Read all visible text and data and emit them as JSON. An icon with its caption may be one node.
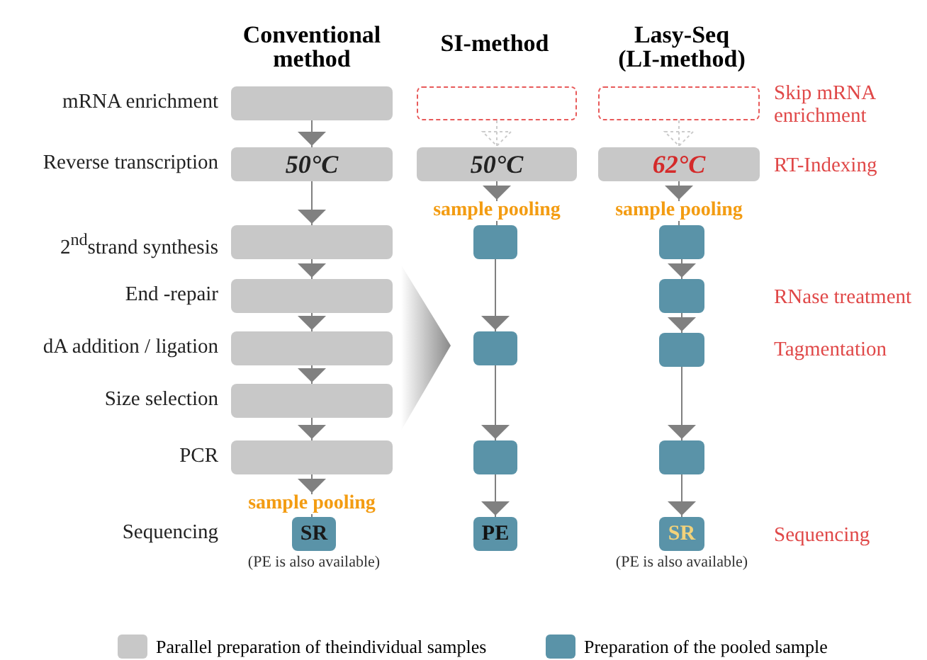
{
  "diagram": {
    "nodes": [
      {
        "text": [],
        "shape": "box"
      },
      {
        "text": [
          "50°C"
        ]
      },
      {
        "text": [],
        "shape": "box"
      },
      {
        "text": [],
        "shape": "box"
      },
      {
        "text": [],
        "shape": "box"
      },
      {
        "text": [],
        "shape": "box"
      },
      {
        "text": [],
        "shape": "box"
      },
      {
        "text": [
          "SR"
        ],
        "beside": [
          "(PE is also available)"
        ]
      },
      {
        "text": [],
        "shape": "box"
      },
      {
        "text": [
          "50°C"
        ]
      },
      {
        "text": [],
        "shape": "box"
      },
      {
        "text": [],
        "shape": "box"
      },
      {
        "text": [],
        "shape": "box"
      },
      {
        "text": [
          "PE"
        ]
      },
      {
        "text": [],
        "shape": "box"
      },
      {
        "text": [
          "62°C"
        ]
      },
      {
        "text": [],
        "shape": "box"
      },
      {
        "text": [],
        "shape": "box"
      },
      {
        "text": [],
        "shape": "box"
      },
      {
        "text": [],
        "shape": "box"
      },
      {
        "text": [
          "SR"
        ],
        "beside": [
          "(PE is also available)"
        ]
      }
    ],
    "edges": [
      {
        "from": 0,
        "to": 1,
        "arrow": "to"
      },
      {
        "from": 1,
        "to": 2,
        "arrow": "to"
      },
      {
        "from": 2,
        "to": 3,
        "arrow": "to"
      },
      {
        "from": 3,
        "to": 4,
        "arrow": "to"
      },
      {
        "from": 4,
        "to": 5,
        "arrow": "to"
      },
      {
        "from": 5,
        "to": 6,
        "arrow": "to"
      },
      {
        "from": 6,
        "to": 7,
        "arrow": "to",
        "label": "sample pooling"
      },
      {
        "from": 8,
        "to": 9,
        "arrow": "to",
        "style": "dashed",
        "color": "#cccccc"
      },
      {
        "from": 9,
        "to": 10,
        "arrow": "to",
        "label": "sample pooling"
      },
      {
        "from": 10,
        "to": 11,
        "arrow": "to"
      },
      {
        "from": 11,
        "to": 12,
        "arrow": "to"
      },
      {
        "from": 12,
        "to": 13,
        "arrow": "to"
      },
      {
        "from": 14,
        "to": 15,
        "arrow": "to",
        "style": "dashed",
        "color": "#cccccc"
      },
      {
        "from": 15,
        "to": 16,
        "arrow": "to",
        "label": "sample pooling"
      },
      {
        "from": 16,
        "to": 17,
        "arrow": "to"
      },
      {
        "from": 17,
        "to": 18,
        "arrow": "to"
      },
      {
        "from": 18,
        "to": 19,
        "arrow": "to"
      },
      {
        "from": 19,
        "to": 20,
        "arrow": "to"
      }
    ],
    "labels": [
      "Conventional method",
      "SI-method",
      "Lasy-Seq (LI-method)",
      "mRNA enrichment",
      "Skip mRNA enrichment",
      "Reverse transcription",
      "RT-Indexing",
      "2$^{nd}$strand synthesis",
      "End -repair",
      "RNase treatment",
      "dA addition / ligation",
      "Tagmentation",
      "Size selection",
      "PCR",
      "Sequencing",
      "Sequencing"
    ],
    "legend": [
      {
        "text": "Parallel preparation of theindividual samples",
        "color": "#c8c8c8"
      },
      {
        "text": "Preparation of the pooled sample",
        "color": "#5a93a8"
      }
    ]
  }
}
